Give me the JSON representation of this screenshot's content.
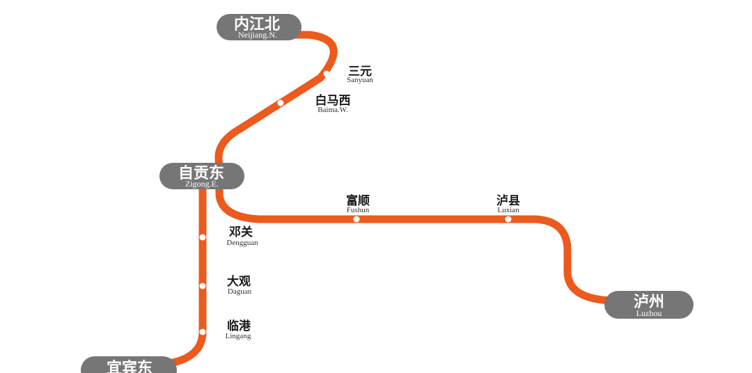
{
  "colors": {
    "line": "#ec5a1d",
    "major_station_fill": "#767676",
    "major_station_text": "#ffffff",
    "minor_station_dot": "#ffffff",
    "minor_station_cn_text": "#1a1a1a",
    "minor_station_en_text": "#333333",
    "background": "#ffffff"
  },
  "major_stations": [
    {
      "id": "neijiang-n",
      "name_cn": "内江北",
      "name_en": "Neijiang.N."
    },
    {
      "id": "zigong-e",
      "name_cn": "自贡东",
      "name_en": "Zigong.E."
    },
    {
      "id": "yibin-e",
      "name_cn": "宜宾东",
      "name_en": ""
    },
    {
      "id": "luzhou",
      "name_cn": "泸州",
      "name_en": "Luzhou"
    }
  ],
  "minor_stations": [
    {
      "id": "sanyuan",
      "name_cn": "三元",
      "name_en": "Sanyuan"
    },
    {
      "id": "baima-w",
      "name_cn": "白马西",
      "name_en": "Baima.W."
    },
    {
      "id": "fushun",
      "name_cn": "富顺",
      "name_en": "Fushun"
    },
    {
      "id": "luxian",
      "name_cn": "泸县",
      "name_en": "Luxian"
    },
    {
      "id": "dengguan",
      "name_cn": "邓关",
      "name_en": "Dengguan"
    },
    {
      "id": "daguan",
      "name_cn": "大观",
      "name_en": "Daguan"
    },
    {
      "id": "lingang",
      "name_cn": "临港",
      "name_en": "Lingang"
    }
  ]
}
